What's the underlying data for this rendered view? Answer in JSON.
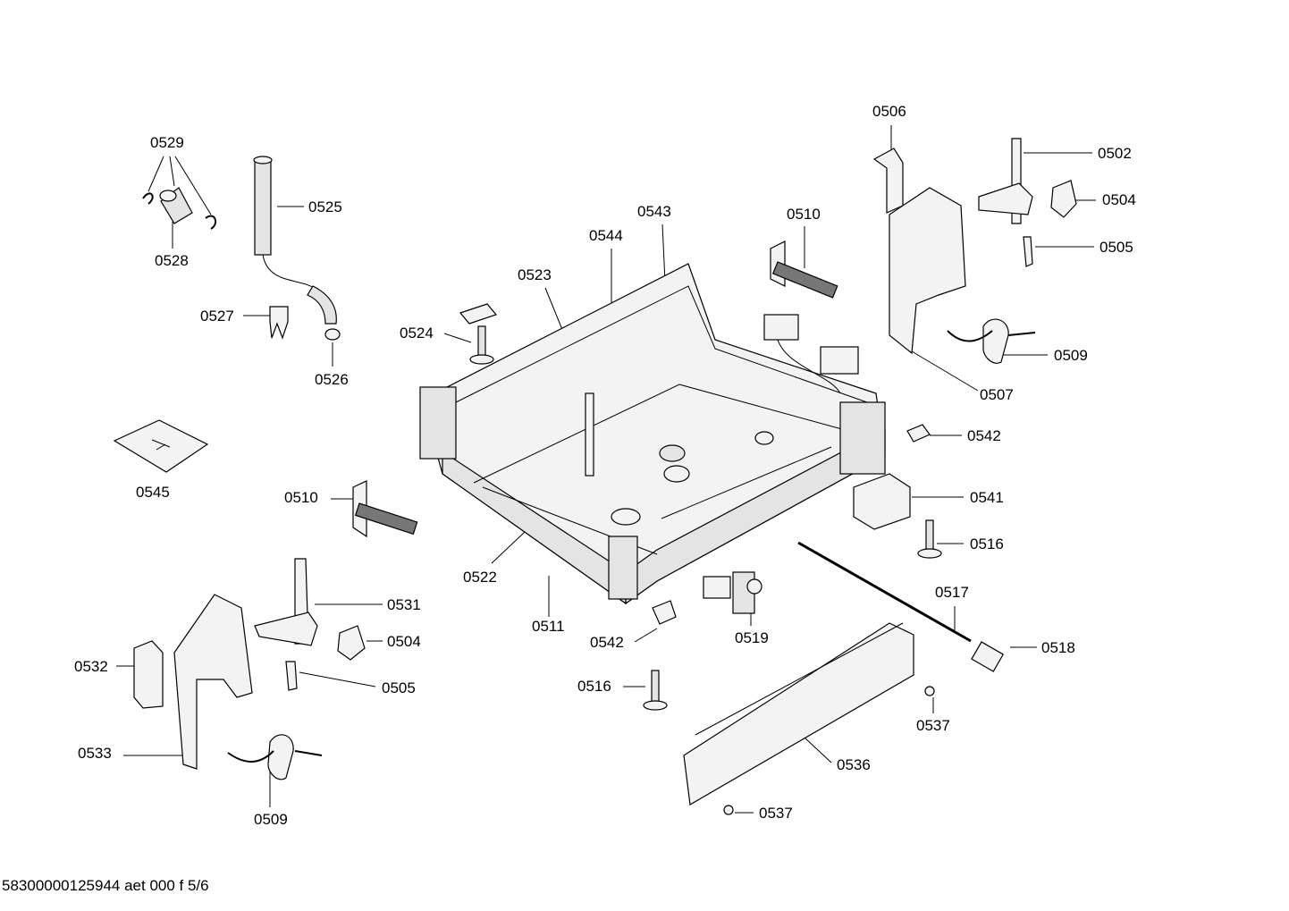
{
  "part_numbers": {
    "p0529": "0529",
    "p0528": "0528",
    "p0525": "0525",
    "p0527": "0527",
    "p0526": "0526",
    "p0545": "0545",
    "p0510a": "0510",
    "p0524": "0524",
    "p0523": "0523",
    "p0544": "0544",
    "p0543": "0543",
    "p0510b": "0510",
    "p0506": "0506",
    "p0502": "0502",
    "p0504a": "0504",
    "p0505a": "0505",
    "p0509a": "0509",
    "p0507": "0507",
    "p0542a": "0542",
    "p0541": "0541",
    "p0516a": "0516",
    "p0522": "0522",
    "p0511": "0511",
    "p0542b": "0542",
    "p0519": "0519",
    "p0517": "0517",
    "p0518": "0518",
    "p0516b": "0516",
    "p0537a": "0537",
    "p0536": "0536",
    "p0537b": "0537",
    "p0531": "0531",
    "p0504b": "0504",
    "p0532": "0532",
    "p0505b": "0505",
    "p0533": "0533",
    "p0509b": "0509"
  },
  "footer": {
    "document_code": "58300000125944 aet 000 f 5/6"
  }
}
